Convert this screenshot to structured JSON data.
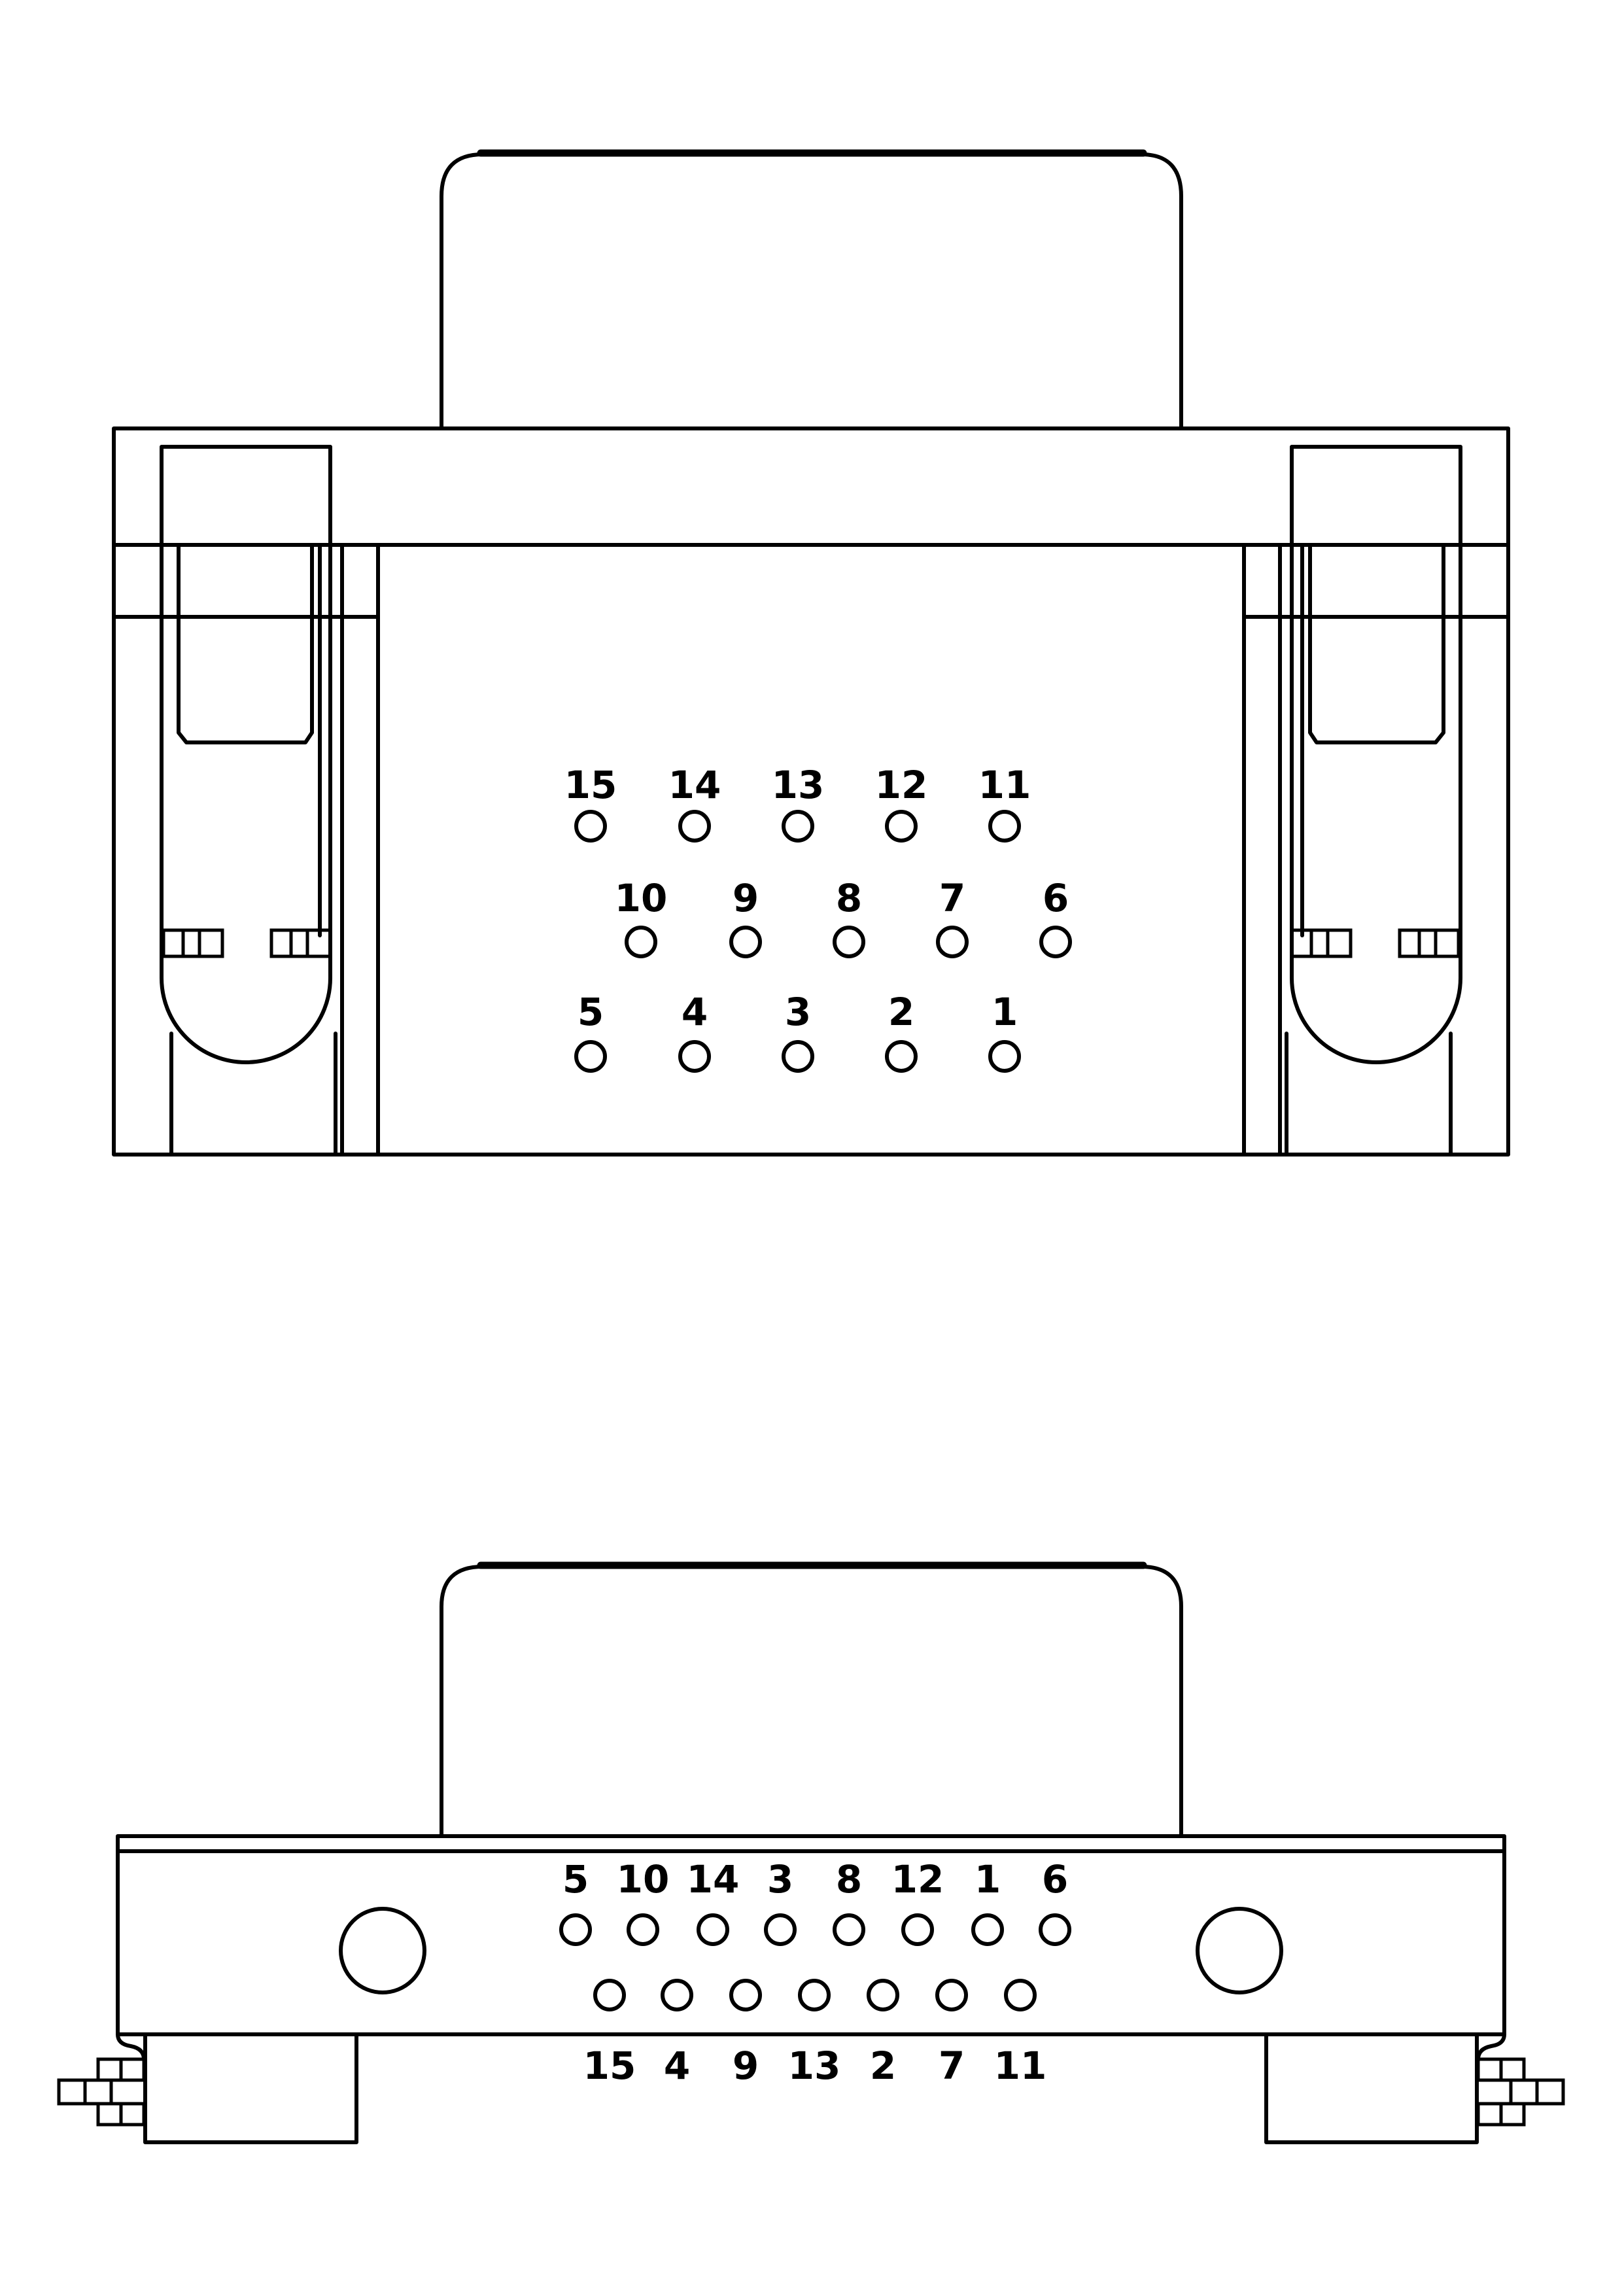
{
  "top_view": {
    "row1": [
      "15",
      "14",
      "13",
      "12",
      "11"
    ],
    "row2": [
      "10",
      "9",
      "8",
      "7",
      "6"
    ],
    "row3": [
      "5",
      "4",
      "3",
      "2",
      "1"
    ]
  },
  "side_view": {
    "upper_row": [
      "5",
      "10",
      "14",
      "3",
      "8",
      "12",
      "1",
      "6"
    ],
    "lower_row": [
      "15",
      "4",
      "9",
      "13",
      "2",
      "7",
      "11"
    ]
  }
}
